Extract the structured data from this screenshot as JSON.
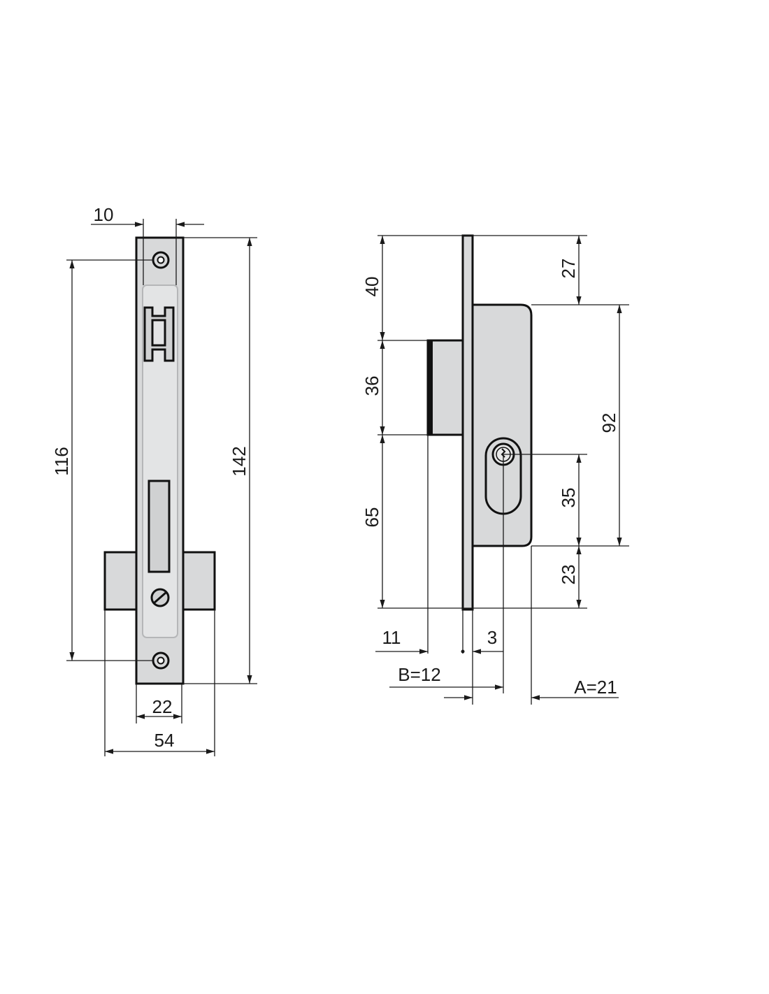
{
  "front_view": {
    "dimensions": {
      "faceplate_thickness": "10",
      "screw_spacing": "116",
      "total_height": "142",
      "faceplate_width": "22",
      "body_width": "54"
    }
  },
  "side_view": {
    "dimensions": {
      "top_to_bolt": "40",
      "bolt_height": "36",
      "bolt_to_bottom": "65",
      "top_to_case": "27",
      "case_height": "92",
      "key_to_case_bottom": "35",
      "case_bottom_to_end": "23",
      "bolt_projection": "11",
      "plate_offset": "3",
      "backset_b": "B=12",
      "backset_a": "A=21"
    }
  },
  "colors": {
    "part_fill": "#d8d9da",
    "line": "#1a1a1a"
  }
}
